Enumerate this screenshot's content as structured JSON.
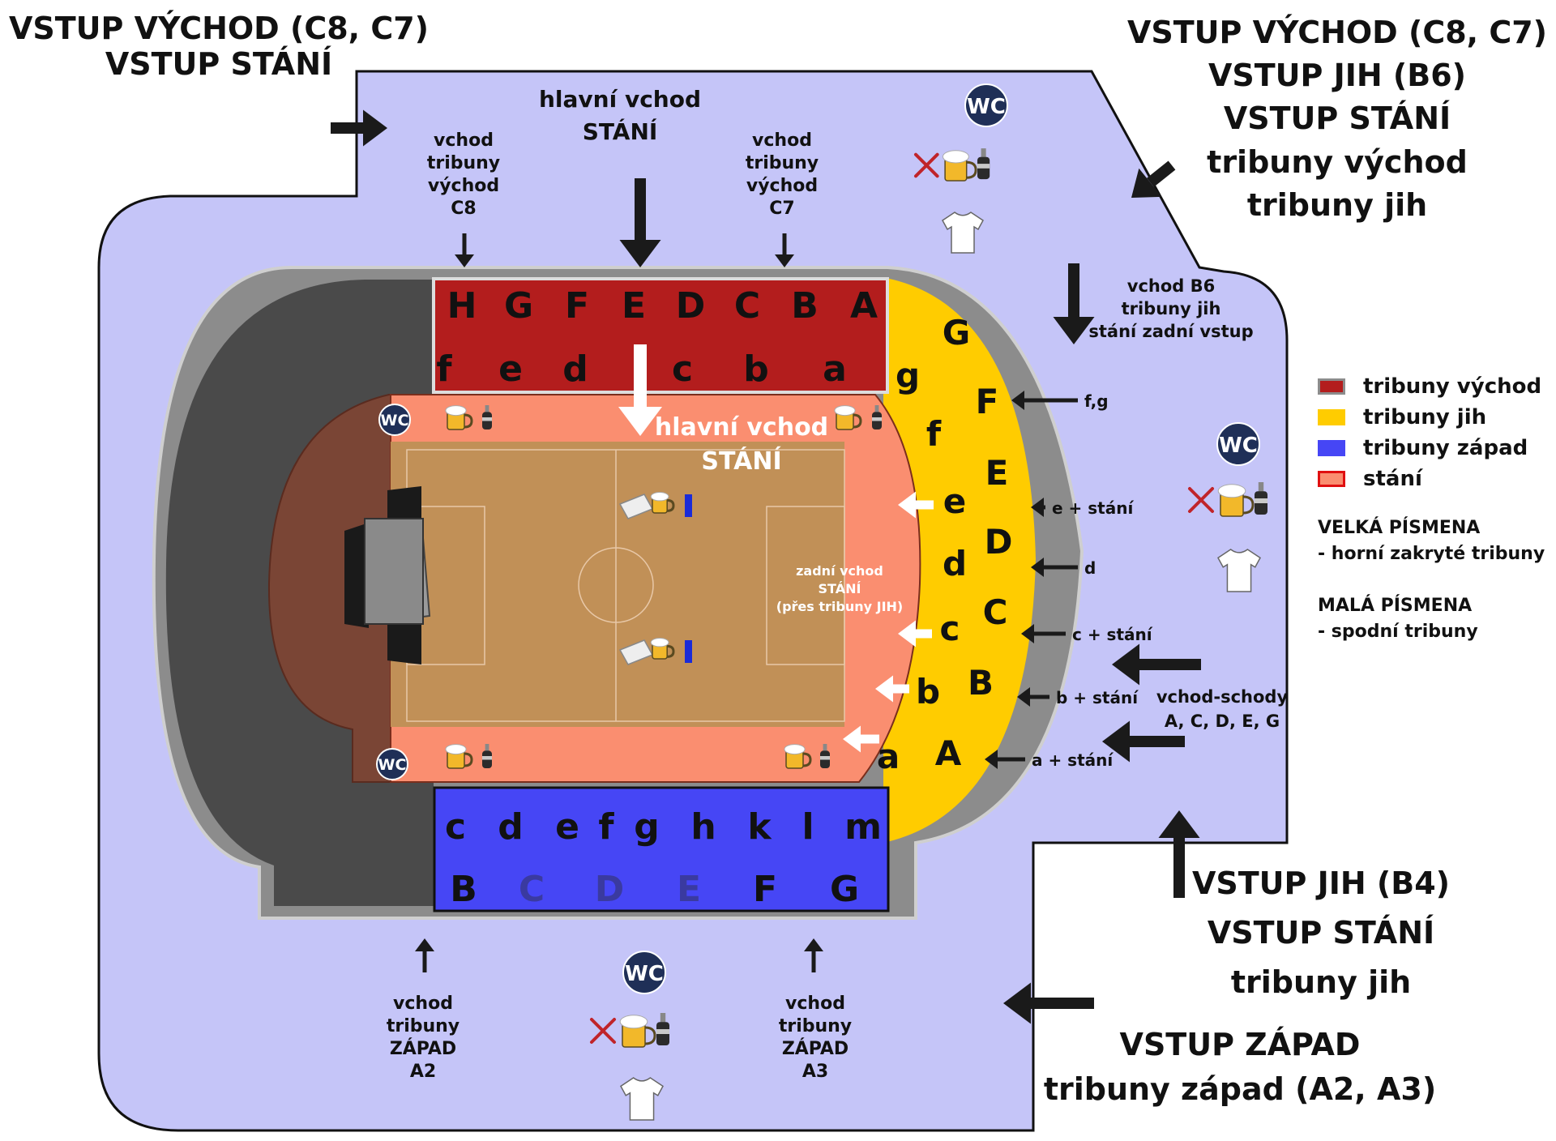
{
  "colors": {
    "outer_area": "#c5c5f8",
    "grey_ring": "#8c8c8c",
    "dark_stand": "#4a4a4a",
    "east": "#b31d1d",
    "south": "#ffcc00",
    "west": "#4646f5",
    "standing": "#fa8e70",
    "pitch": "#c19057",
    "west_brown": "#7a4535",
    "wc_badge": "#1f2f57",
    "arrow": "#1a1a1a"
  },
  "corners": {
    "top_left": [
      "VSTUP VÝCHOD (C8, C7)",
      "VSTUP STÁNÍ"
    ],
    "top_right": [
      "VSTUP VÝCHOD (C8, C7)",
      "VSTUP JIH  (B6)",
      "VSTUP STÁNÍ",
      "tribuny východ",
      "tribuny jih"
    ],
    "bottom_right_upper": [
      "VSTUP JIH (B4)",
      "VSTUP STÁNÍ",
      "tribuny jih"
    ],
    "bottom_right_lower": [
      "VSTUP ZÁPAD",
      "tribuny západ (A2, A3)"
    ]
  },
  "labels": {
    "main_entrance_top": [
      "hlavní vchod",
      "STÁNÍ"
    ],
    "main_entrance_inner": [
      "hlavní vchod",
      "STÁNÍ"
    ],
    "entrance_c8": [
      "vchod",
      "tribuny",
      "východ",
      "C8"
    ],
    "entrance_c7": [
      "vchod",
      "tribuny",
      "východ",
      "C7"
    ],
    "entrance_b6": [
      "vchod B6",
      "tribuny jih",
      "stání zadní vstup"
    ],
    "back_entrance": [
      "zadní vchod",
      "STÁNÍ",
      "(přes tribuny JIH)"
    ],
    "stairs_entrance": [
      "vchod-schody",
      "A, C, D, E, G"
    ],
    "entrance_a2": [
      "vchod",
      "tribuny",
      "ZÁPAD",
      "A2"
    ],
    "entrance_a3": [
      "vchod",
      "tribuny",
      "ZÁPAD",
      "A3"
    ],
    "wc": "WC",
    "south_arrows": [
      "f,g",
      "e + stání",
      "d",
      "c + stání",
      "b + stání",
      "a + stání"
    ]
  },
  "sections": {
    "east_upper": [
      "H",
      "G",
      "F",
      "E",
      "D",
      "C",
      "B",
      "A"
    ],
    "east_lower": [
      "f",
      "e",
      "d",
      "c",
      "b",
      "a"
    ],
    "south_upper": [
      "G",
      "F",
      "E",
      "D",
      "C",
      "B",
      "A"
    ],
    "south_lower": [
      "g",
      "f",
      "e",
      "d",
      "c",
      "b",
      "a"
    ],
    "west_lower": [
      "c",
      "d",
      "e",
      "f",
      "g",
      "h",
      "k",
      "l",
      "m"
    ],
    "west_upper": [
      "B",
      "C",
      "D",
      "E",
      "F",
      "G"
    ]
  },
  "legend": {
    "items": [
      {
        "label": "tribuny východ",
        "color": "#b31d1d",
        "border": "#8c8c8c"
      },
      {
        "label": "tribuny jih",
        "color": "#ffcc00",
        "border": "#ffcc00"
      },
      {
        "label": "tribuny západ",
        "color": "#4646f5",
        "border": "#4646f5"
      },
      {
        "label": "stání",
        "color": "#fa8e70",
        "border": "#e01010"
      }
    ],
    "note_upper": [
      "VELKÁ PÍSMENA",
      "- horní zakryté tribuny"
    ],
    "note_lower": [
      "MALÁ PÍSMENA",
      "- spodní tribuny"
    ]
  },
  "icons": {
    "wc": "wc-badge-icon",
    "restaurant": "fork-knife-icon",
    "beer": "beer-mug-icon",
    "bottle": "bottle-icon",
    "merch": "t-shirt-icon",
    "bench": "player-bench-icon",
    "arrow": "arrow-icon"
  }
}
